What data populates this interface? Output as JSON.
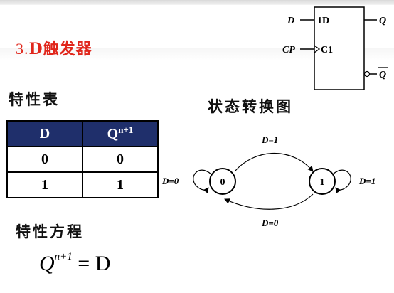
{
  "title": {
    "number": "3.",
    "text": "D触发器"
  },
  "labels": {
    "char_table": "特性表",
    "state_diagram": "状态转换图",
    "char_equation": "特性方程"
  },
  "table": {
    "headers": [
      "D",
      "Q",
      "n+1"
    ],
    "rows": [
      [
        "0",
        "0"
      ],
      [
        "1",
        "1"
      ]
    ]
  },
  "equation": {
    "lhs": "Q",
    "sup": "n+1",
    "rhs": "= D"
  },
  "flipflop": {
    "input_d": "D",
    "input_cp": "CP",
    "pin_1d": "1D",
    "pin_c1": "C1",
    "output_q": "Q",
    "output_qbar": "Q"
  },
  "state_diagram": {
    "states": [
      "0",
      "1"
    ],
    "top_arc": "D=1",
    "bottom_arc": "D=0",
    "self_loop_0": "D=0",
    "self_loop_1": "D=1"
  },
  "colors": {
    "title": "#e0261b",
    "table_header": "#1f2f6b"
  }
}
